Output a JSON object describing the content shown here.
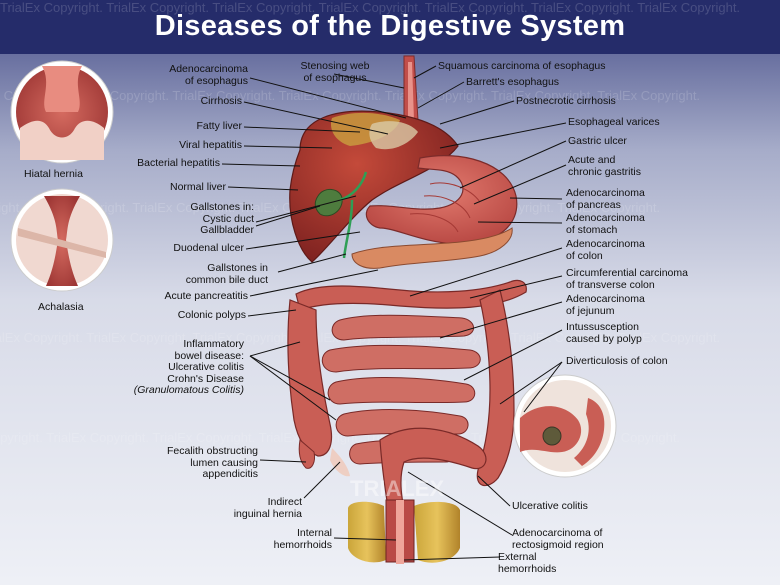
{
  "title": "Diseases of the Digestive System",
  "watermark": "TrialEx Copyright.  TrialEx Copyright.  TrialEx Copyright.  TrialEx Copyright.  TrialEx Copyright.  TrialEx Copyright.  TrialEx Copyright.",
  "logo_text": "TRIALEX",
  "insets": {
    "hiatal_hernia": "Hiatal hernia",
    "achalasia": "Achalasia"
  },
  "labels": {
    "adenocarcinoma_esophagus": [
      "Adenocarcinoma",
      "of esophagus"
    ],
    "stenosing_web": [
      "Stenosing web",
      "of esophagus"
    ],
    "squamous_carcinoma": "Squamous carcinoma of esophagus",
    "barretts": "Barrett's esophagus",
    "postnecrotic_cirrhosis": "Postnecrotic cirrhosis",
    "cirrhosis": "Cirrhosis",
    "esophageal_varices": "Esophageal varices",
    "fatty_liver": "Fatty liver",
    "gastric_ulcer": "Gastric ulcer",
    "viral_hepatitis": "Viral hepatitis",
    "acute_chronic_gastritis": [
      "Acute and",
      "chronic gastritis"
    ],
    "bacterial_hepatitis": "Bacterial hepatitis",
    "normal_liver": "Normal liver",
    "adenocarcinoma_pancreas": [
      "Adenocarcinoma",
      "of pancreas"
    ],
    "gallstones_cystic": [
      "Gallstones in:",
      "Cystic duct",
      "Gallbladder"
    ],
    "adenocarcinoma_stomach": [
      "Adenocarcinoma",
      "of stomach"
    ],
    "duodenal_ulcer": "Duodenal ulcer",
    "adenocarcinoma_colon": [
      "Adenocarcinoma",
      "of colon"
    ],
    "gallstones_common": [
      "Gallstones in",
      "common bile duct"
    ],
    "circumferential_carcinoma": [
      "Circumferential carcinoma",
      "of transverse colon"
    ],
    "acute_pancreatitis": "Acute pancreatitis",
    "adenocarcinoma_jejunum": [
      "Adenocarcinoma",
      "of jejunum"
    ],
    "colonic_polyps": "Colonic polyps",
    "intussusception": [
      "Intussusception",
      "caused by polyp"
    ],
    "ibd": [
      "Inflammatory",
      "bowel disease:",
      "Ulcerative colitis",
      "Crohn's Disease",
      "(Granulomatous Colitis)"
    ],
    "diverticulosis": "Diverticulosis of colon",
    "fecalith": [
      "Fecalith obstructing",
      "lumen causing",
      "appendicitis"
    ],
    "indirect_hernia": [
      "Indirect",
      "inguinal hernia"
    ],
    "ulcerative_colitis": "Ulcerative colitis",
    "internal_hemorrhoids": [
      "Internal",
      "hemorrhoids"
    ],
    "adenocarcinoma_rectosigmoid": [
      "Adenocarcinoma of",
      "rectosigmoid region"
    ],
    "external_hemorrhoids": [
      "External",
      "hemorrhoids"
    ]
  },
  "colors": {
    "title_bar": "#252c6a",
    "tissue": "#c9504e",
    "tissue_dark": "#8e2c2e",
    "liver": "#a8342c",
    "fat": "#e8c93c"
  }
}
